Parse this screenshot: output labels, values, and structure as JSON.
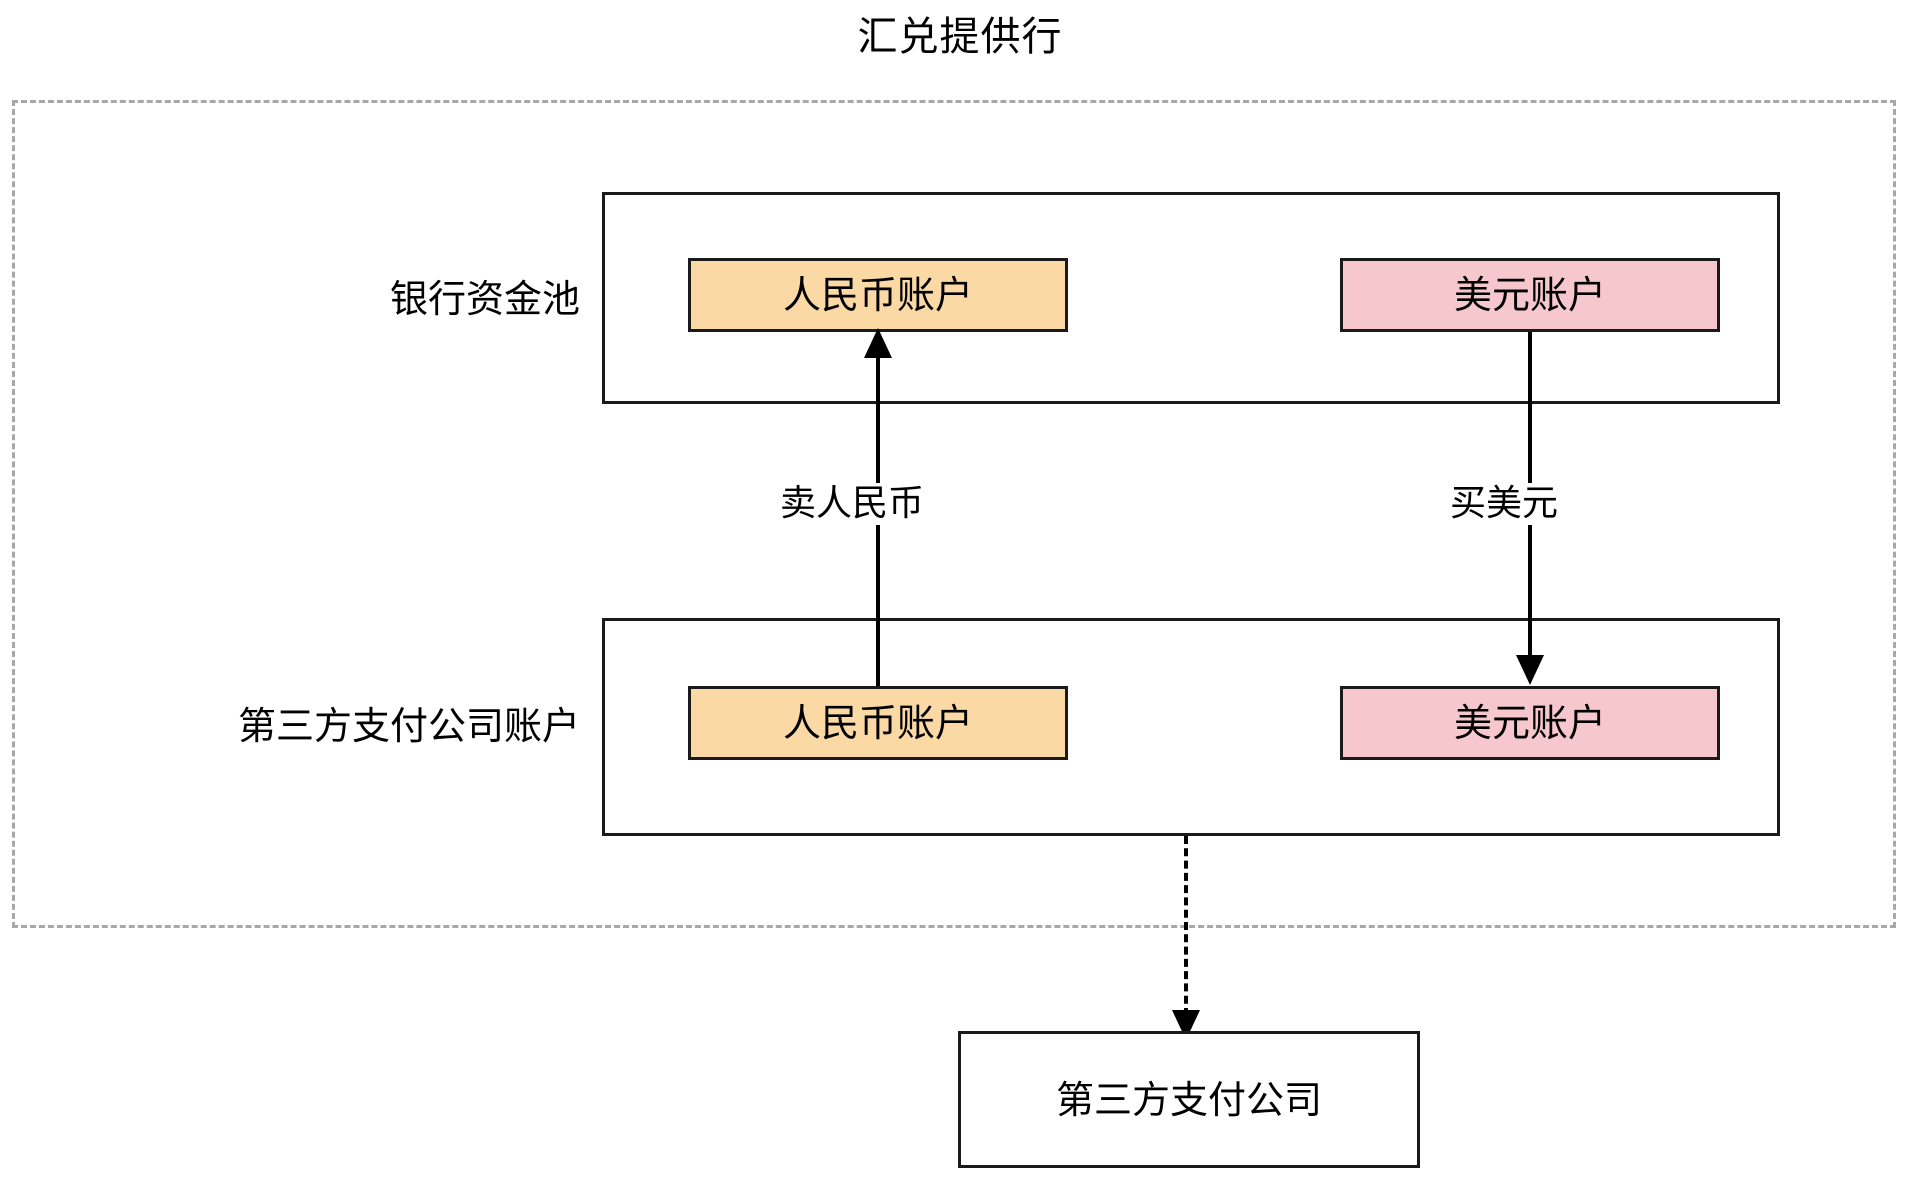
{
  "diagram": {
    "title": "汇兑提供行",
    "type": "flow-diagram",
    "colors": {
      "rmb_chip_fill": "#FBD9A5",
      "usd_chip_fill": "#F6C7CD",
      "box_stroke": "#1a1a1a",
      "dashed_container_stroke": "#a8a8a8",
      "arrow_stroke": "#000000",
      "background": "#ffffff"
    },
    "container": {
      "label": "汇兑提供行",
      "border_style": "dashed"
    },
    "groups": [
      {
        "id": "bank-pool",
        "label": "银行资金池",
        "accounts": [
          {
            "id": "bank-rmb",
            "label": "人民币账户",
            "currency": "RMB",
            "fill": "#FBD9A5"
          },
          {
            "id": "bank-usd",
            "label": "美元账户",
            "currency": "USD",
            "fill": "#F6C7CD"
          }
        ]
      },
      {
        "id": "tpp-account",
        "label": "第三方支付公司账户",
        "accounts": [
          {
            "id": "tpp-rmb",
            "label": "人民币账户",
            "currency": "RMB",
            "fill": "#FBD9A5"
          },
          {
            "id": "tpp-usd",
            "label": "美元账户",
            "currency": "USD",
            "fill": "#F6C7CD"
          }
        ]
      }
    ],
    "nodes": [
      {
        "id": "tpp-company",
        "label": "第三方支付公司"
      }
    ],
    "edges": [
      {
        "id": "sell-rmb",
        "label": "卖人民币",
        "from": "tpp-rmb",
        "to": "bank-rmb",
        "direction": "up",
        "style": "solid"
      },
      {
        "id": "buy-usd",
        "label": "买美元",
        "from": "bank-usd",
        "to": "tpp-usd",
        "direction": "down",
        "style": "solid"
      },
      {
        "id": "tpp-account-to-company",
        "label": "",
        "from": "tpp-account",
        "to": "tpp-company",
        "direction": "down",
        "style": "dashed"
      }
    ]
  }
}
